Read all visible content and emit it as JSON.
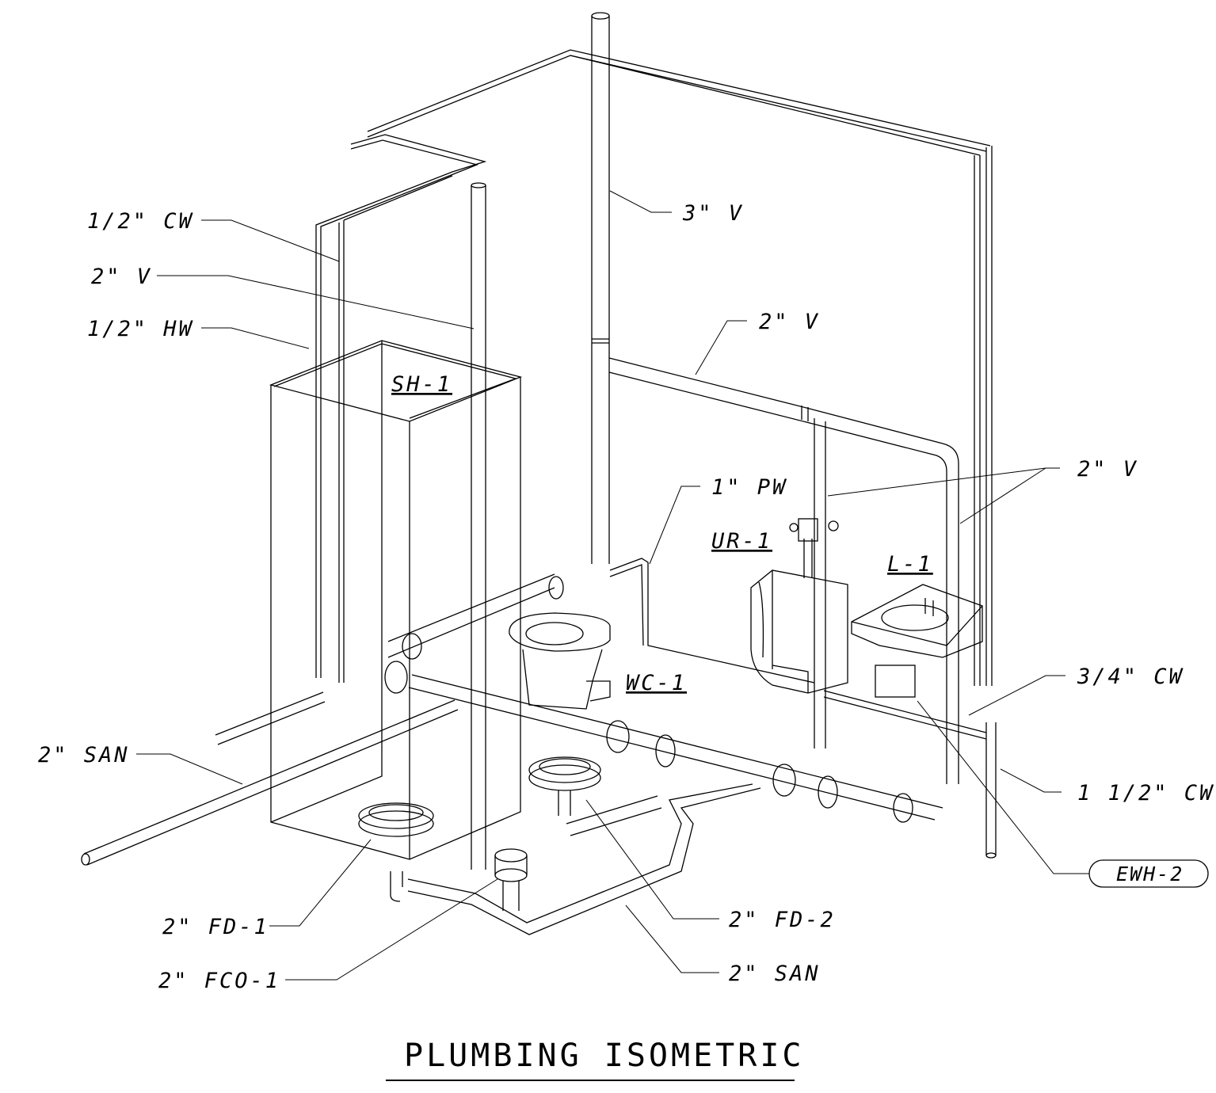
{
  "title": "PLUMBING ISOMETRIC",
  "fixtures": {
    "shower": "SH-1",
    "urinal": "UR-1",
    "lavatory": "L-1",
    "water_closet": "WC-1",
    "water_heater": "EWH-2"
  },
  "callouts": {
    "cw_half": "1/2\" CW",
    "vent_2_left": "2\" V",
    "hw_half": "1/2\" HW",
    "vent_3": "3\" V",
    "vent_2_mid": "2\" V",
    "pw_1": "1\" PW",
    "vent_2_right": "2\" V",
    "cw_three_quarter": "3/4\" CW",
    "cw_one_half": "1 1/2\" CW",
    "san_left": "2\" SAN",
    "fd_1": "2\" FD-1",
    "fco_1": "2\" FCO-1",
    "fd_2": "2\" FD-2",
    "san_bottom": "2\" SAN"
  }
}
